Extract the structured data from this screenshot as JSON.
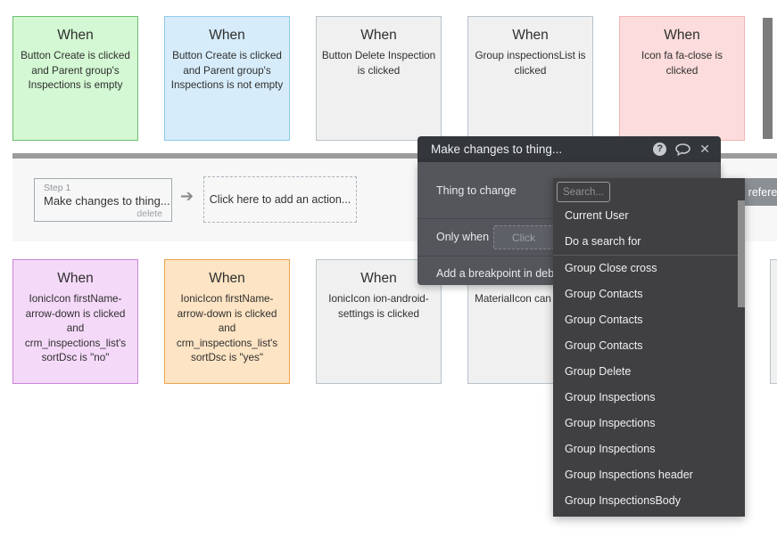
{
  "events_top": [
    {
      "title": "When",
      "body": "Button Create is clicked and Parent group's Inspections is empty",
      "bg": "#d3f8d3",
      "border": "#6cc070"
    },
    {
      "title": "When",
      "body": "Button Create is clicked and Parent group's Inspections is not empty",
      "bg": "#d6ecfa",
      "border": "#8fcaec"
    },
    {
      "title": "When",
      "body": "Button Delete Inspection is clicked",
      "bg": "#f0f0f0",
      "border": "#b9c3ca"
    },
    {
      "title": "When",
      "body": "Group inspectionsList is clicked",
      "bg": "#f0f0f0",
      "border": "#b9c3ca"
    },
    {
      "title": "When",
      "body": "Icon fa fa-close is clicked",
      "bg": "#fcdcdc",
      "border": "#f3b4b4"
    }
  ],
  "events_bottom": [
    {
      "title": "When",
      "body": "IonicIcon firstName-arrow-down is clicked and crm_inspections_list's sortDsc is \"no\"",
      "bg": "#f5d9f9",
      "border": "#c985d7"
    },
    {
      "title": "When",
      "body": "IonicIcon firstName-arrow-down is clicked and crm_inspections_list's sortDsc is \"yes\"",
      "bg": "#fde4c4",
      "border": "#eca54e"
    },
    {
      "title": "When",
      "body": "IonicIcon ion-android-settings is clicked",
      "bg": "#f0f0f0",
      "border": "#b9c3ca"
    },
    {
      "title": "When",
      "body": "MaterialIcon can clicked",
      "bg": "#f0f0f0",
      "border": "#b9c3ca"
    }
  ],
  "workflow": {
    "step_label": "Step 1",
    "step_title": "Make changes to thing...",
    "delete_label": "delete",
    "arrow": "➔",
    "add_action_label": "Click here to add an action..."
  },
  "dialog": {
    "title": "Make changes to thing...",
    "help_icon": "?",
    "close_icon": "✕",
    "thing_to_change_label": "Thing to change",
    "see_reference_icon": "?",
    "see_reference_label": "See referen",
    "only_when_label": "Only when",
    "only_when_placeholder": "Click",
    "breakpoint_label": "Add a breakpoint in deb"
  },
  "dropdown": {
    "search_placeholder": "Search...",
    "items": [
      "Current User",
      "Do a search for",
      "Group Close cross",
      "Group Contacts",
      "Group Contacts",
      "Group Contacts",
      "Group Delete",
      "Group Inspections",
      "Group Inspections",
      "Group Inspections",
      "Group Inspections header",
      "Group InspectionsBody"
    ]
  },
  "colors": {
    "page_bg": "#ffffff",
    "card_text": "#2f2f2f",
    "strip_bar": "#9b9b9b",
    "strip_bg": "#f7f7f7",
    "dialog_header_bg": "#33363b",
    "dialog_body_bg": "#54565c",
    "dropdown_bg": "#404043",
    "dropdown_text": "#f0f0f0",
    "see_reference_bg": "#8b9095",
    "scrollbar_thumb": "#8d8d8d",
    "partial_card_bar": "#7c7c7c"
  }
}
